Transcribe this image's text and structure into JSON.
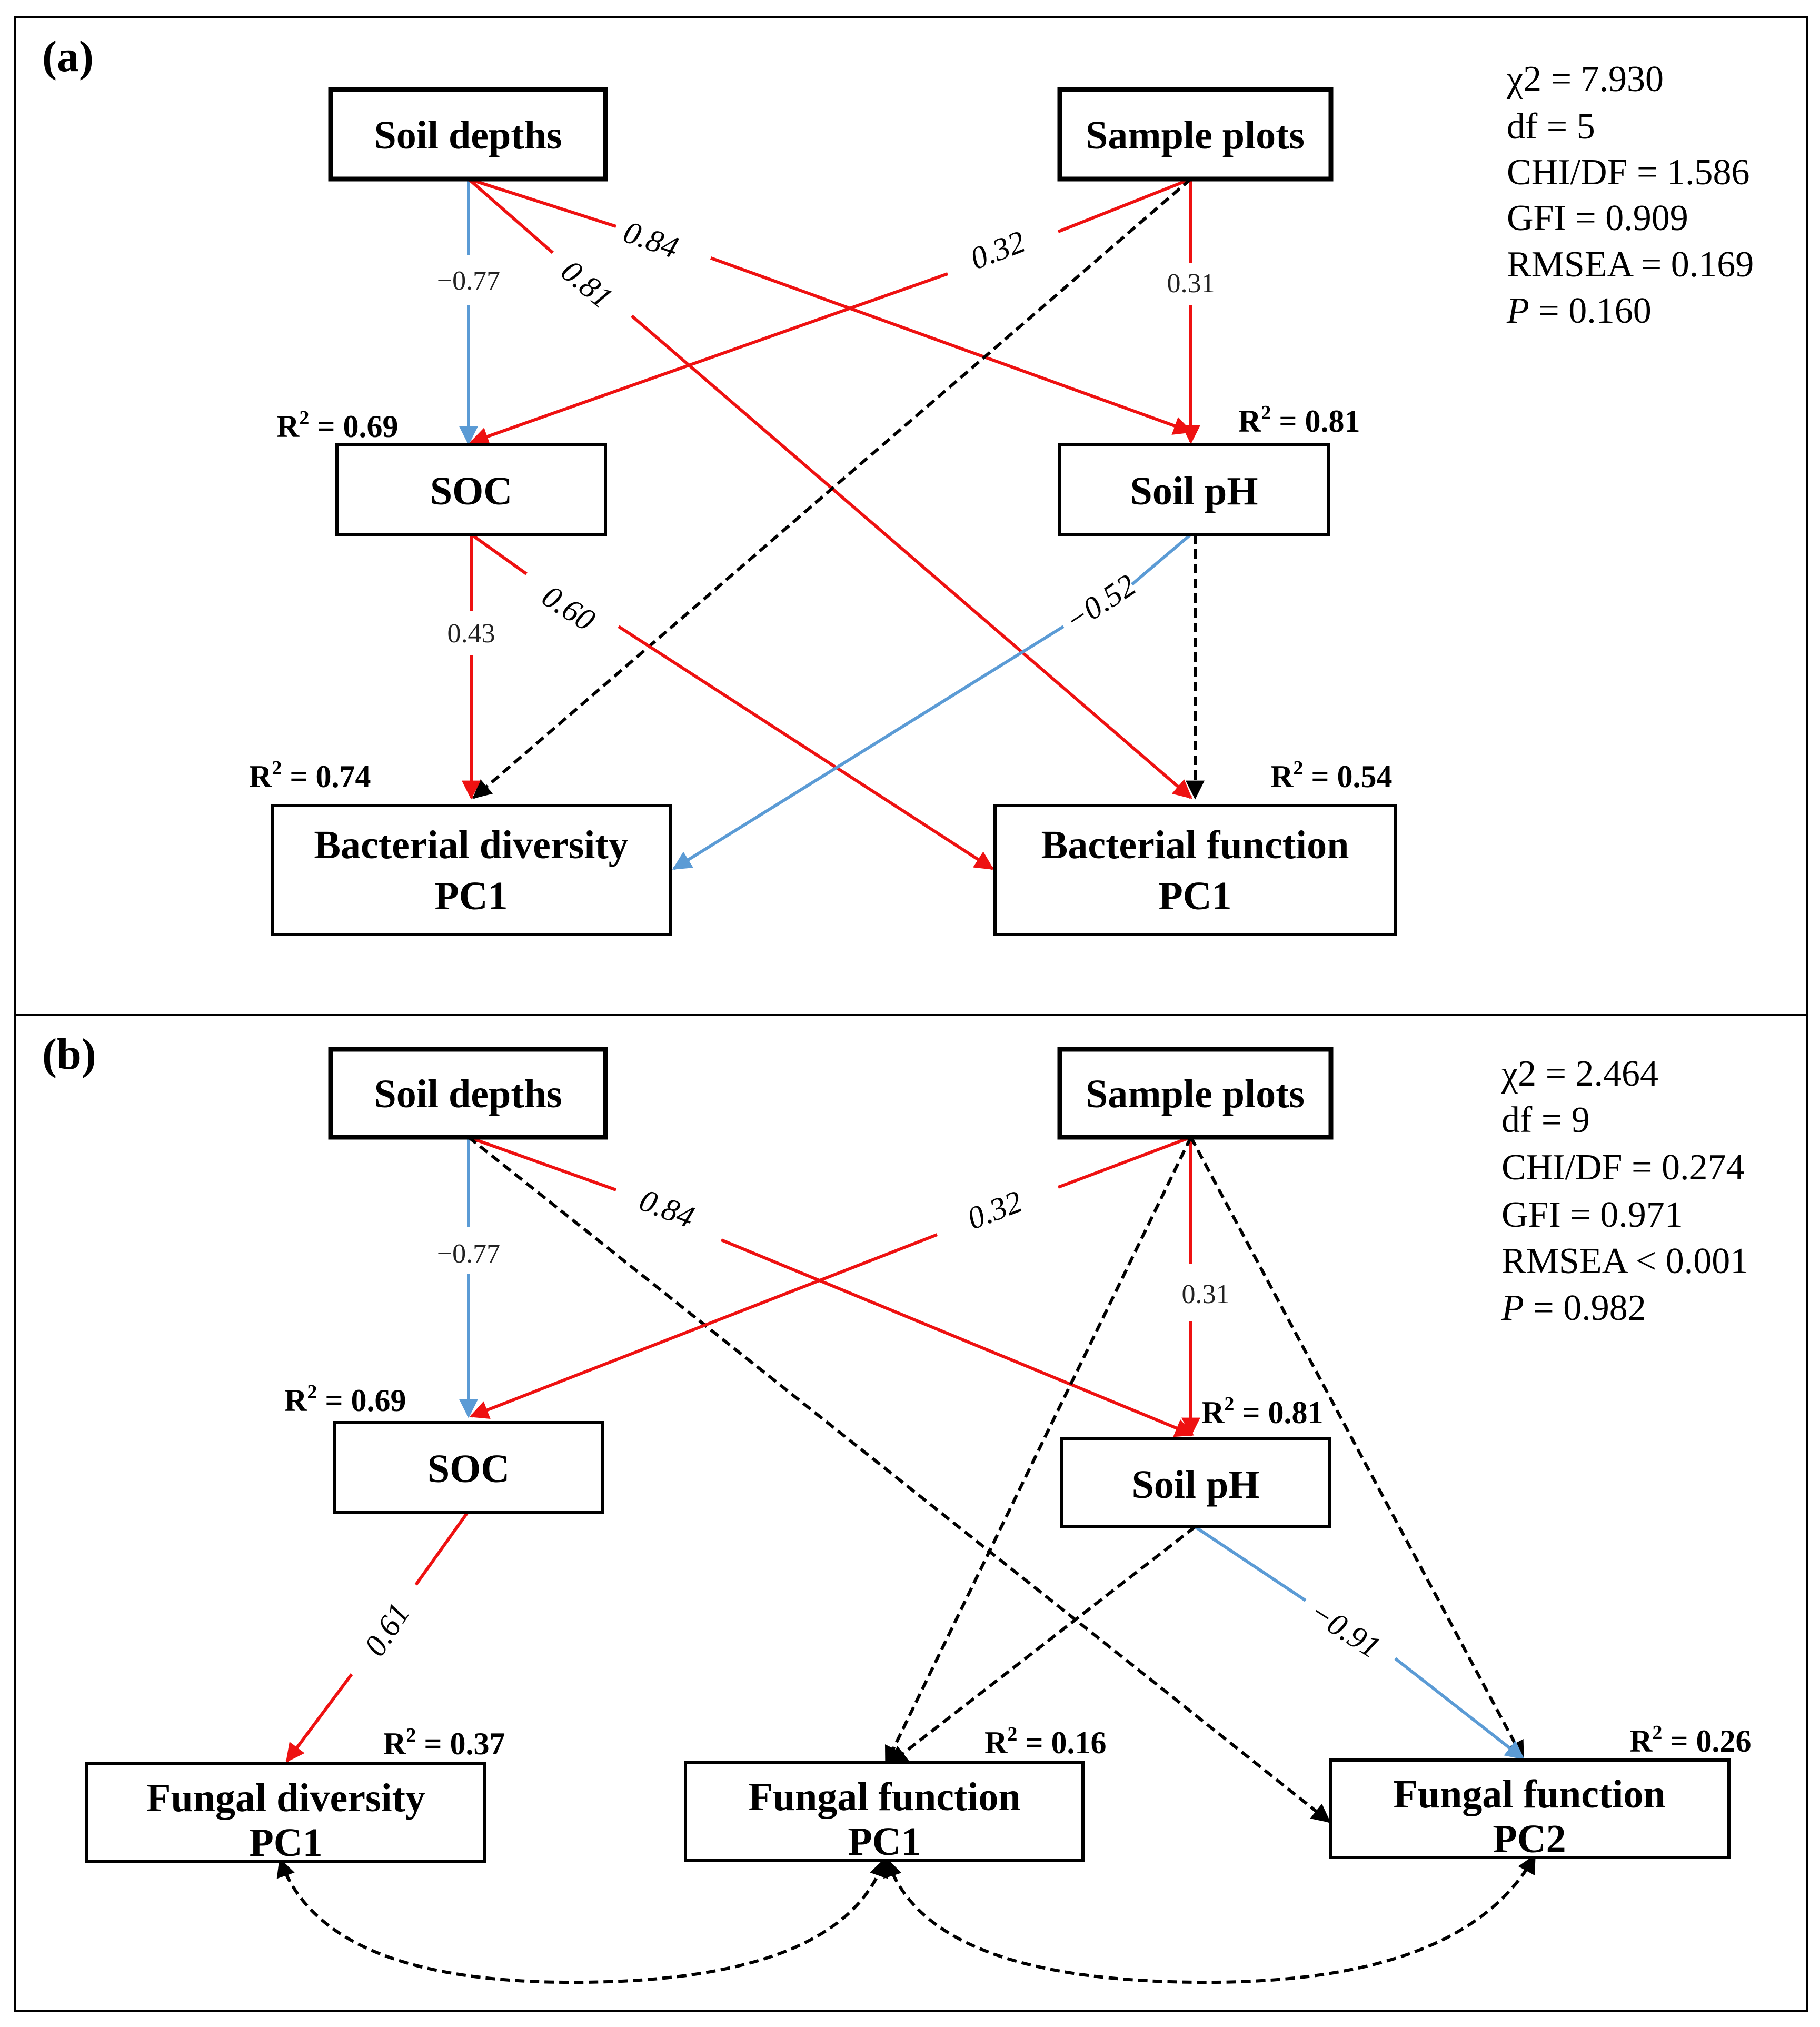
{
  "colors": {
    "positive": "#ee1111",
    "negative": "#5b9bd5",
    "nonsignificant": "#000000"
  },
  "panel_a": {
    "label": "(a)",
    "stats": [
      {
        "prefix": "χ2 = 7.930",
        "italic": false
      },
      {
        "prefix": "df = 5",
        "italic": false
      },
      {
        "prefix": "CHI/DF = 1.586",
        "italic": false
      },
      {
        "prefix": "GFI = 0.909",
        "italic": false
      },
      {
        "prefix": "RMSEA = 0.169",
        "italic": false
      },
      {
        "p": "P",
        "rest": " = 0.160",
        "italic": true
      }
    ],
    "nodes": {
      "soil_depths": "Soil depths",
      "sample_plots": "Sample plots",
      "soc": "SOC",
      "soil_ph": "Soil pH",
      "bact_div": [
        "Bacterial diversity",
        "PC1"
      ],
      "bact_func": [
        "Bacterial function",
        "PC1"
      ]
    },
    "r2": {
      "soc": "0.69",
      "soil_ph": "0.81",
      "bact_div": "0.74",
      "bact_func": "0.54"
    },
    "paths": [
      {
        "from": "Soil depths",
        "to": "SOC",
        "coef": "−0.77",
        "sign": "negative"
      },
      {
        "from": "Soil depths",
        "to": "Soil pH",
        "coef": "0.84",
        "sign": "positive"
      },
      {
        "from": "Soil depths",
        "to": "Bacterial function PC1",
        "coef": "0.81",
        "sign": "positive"
      },
      {
        "from": "Sample plots",
        "to": "SOC",
        "coef": "0.32",
        "sign": "positive"
      },
      {
        "from": "Sample plots",
        "to": "Soil pH",
        "coef": "0.31",
        "sign": "positive"
      },
      {
        "from": "Sample plots",
        "to": "Bacterial diversity PC1",
        "coef": "",
        "sign": "nonsignificant"
      },
      {
        "from": "SOC",
        "to": "Bacterial diversity PC1",
        "coef": "0.43",
        "sign": "positive"
      },
      {
        "from": "SOC",
        "to": "Bacterial function PC1",
        "coef": "0.60",
        "sign": "positive"
      },
      {
        "from": "Soil pH",
        "to": "Bacterial diversity PC1",
        "coef": "−0.52",
        "sign": "negative"
      },
      {
        "from": "Soil pH",
        "to": "Bacterial function PC1",
        "coef": "",
        "sign": "nonsignificant"
      }
    ]
  },
  "panel_b": {
    "label": "(b)",
    "stats": [
      {
        "prefix": "χ2 = 2.464",
        "italic": false
      },
      {
        "prefix": "df = 9",
        "italic": false
      },
      {
        "prefix": "CHI/DF = 0.274",
        "italic": false
      },
      {
        "prefix": "GFI = 0.971",
        "italic": false
      },
      {
        "prefix": "RMSEA < 0.001",
        "italic": false
      },
      {
        "p": "P",
        "rest": " = 0.982",
        "italic": true
      }
    ],
    "nodes": {
      "soil_depths": "Soil depths",
      "sample_plots": "Sample plots",
      "soc": "SOC",
      "soil_ph": "Soil pH",
      "fung_div": [
        "Fungal diversity",
        "PC1"
      ],
      "fung_func1": [
        "Fungal function",
        "PC1"
      ],
      "fung_func2": [
        "Fungal function",
        "PC2"
      ]
    },
    "r2": {
      "soc": "0.69",
      "soil_ph": "0.81",
      "fung_div": "0.37",
      "fung_func1": "0.16",
      "fung_func2": "0.26"
    },
    "paths": [
      {
        "from": "Soil depths",
        "to": "SOC",
        "coef": "−0.77",
        "sign": "negative"
      },
      {
        "from": "Soil depths",
        "to": "Soil pH",
        "coef": "0.84",
        "sign": "positive"
      },
      {
        "from": "Soil depths",
        "to": "Fungal function PC2",
        "coef": "",
        "sign": "nonsignificant"
      },
      {
        "from": "Sample plots",
        "to": "SOC",
        "coef": "0.32",
        "sign": "positive"
      },
      {
        "from": "Sample plots",
        "to": "Soil pH",
        "coef": "0.31",
        "sign": "positive"
      },
      {
        "from": "Sample plots",
        "to": "Fungal function PC1",
        "coef": "",
        "sign": "nonsignificant"
      },
      {
        "from": "Sample plots",
        "to": "Fungal function PC2",
        "coef": "",
        "sign": "nonsignificant"
      },
      {
        "from": "SOC",
        "to": "Fungal diversity PC1",
        "coef": "0.61",
        "sign": "positive"
      },
      {
        "from": "Soil pH",
        "to": "Fungal function PC1",
        "coef": "",
        "sign": "nonsignificant"
      },
      {
        "from": "Soil pH",
        "to": "Fungal function PC2",
        "coef": "−0.91",
        "sign": "negative"
      }
    ],
    "covariances": [
      {
        "between": [
          "Fungal diversity PC1",
          "Fungal function PC1"
        ]
      },
      {
        "between": [
          "Fungal function PC1",
          "Fungal function PC2"
        ]
      }
    ]
  }
}
